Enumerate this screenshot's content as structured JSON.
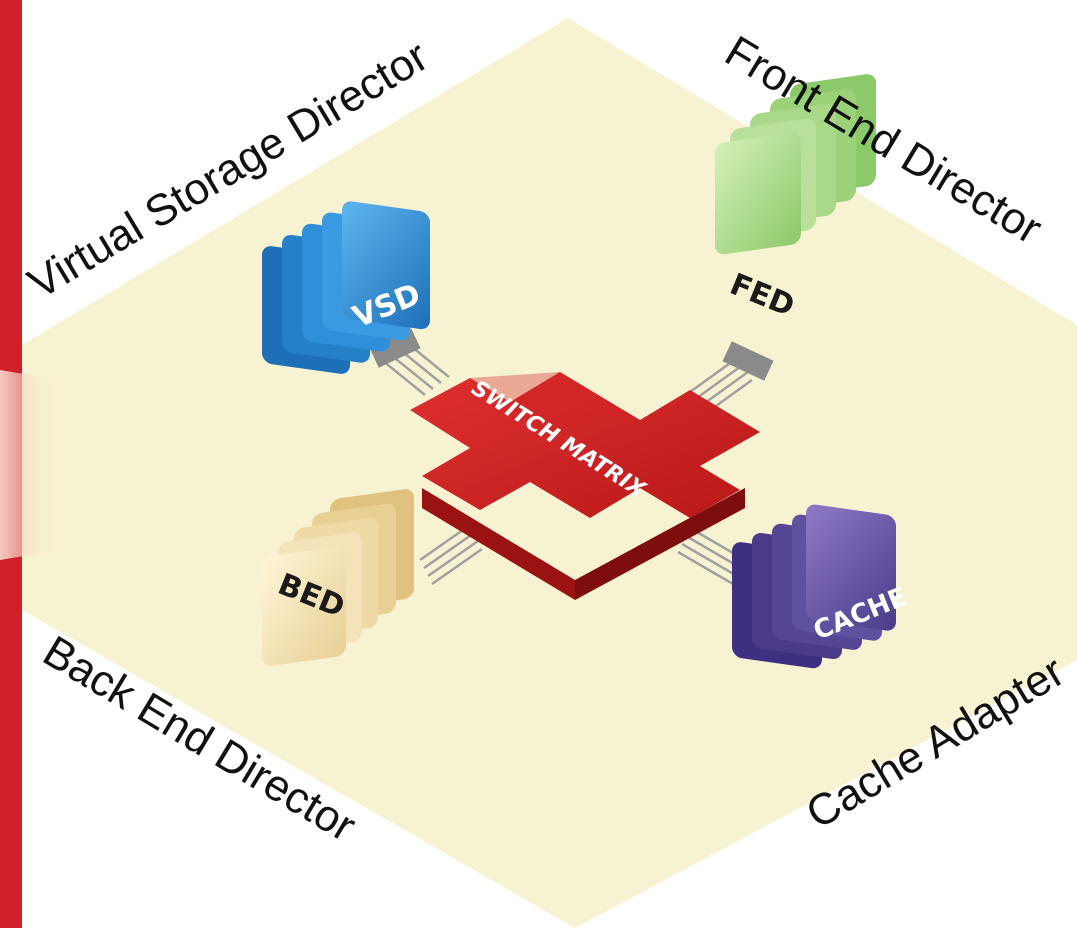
{
  "labels": {
    "top_left": "Virtual Storage Director",
    "top_right": "Front End Director",
    "bottom_left": "Back End Director",
    "bottom_right": "Cache Adapter"
  },
  "blocks": {
    "vsd": "VSD",
    "fed": "FED",
    "bed": "BED",
    "cache": "CACHE"
  },
  "switch": "SWITCH MATRIX",
  "colors": {
    "left_bar": "#d0202a",
    "platform": "#f7f2d2",
    "vsd": "#2f8fd8",
    "fed": "#a8d98a",
    "bed": "#f4e3b0",
    "cache": "#6e5aa8",
    "switch": "#cc1f1f"
  }
}
